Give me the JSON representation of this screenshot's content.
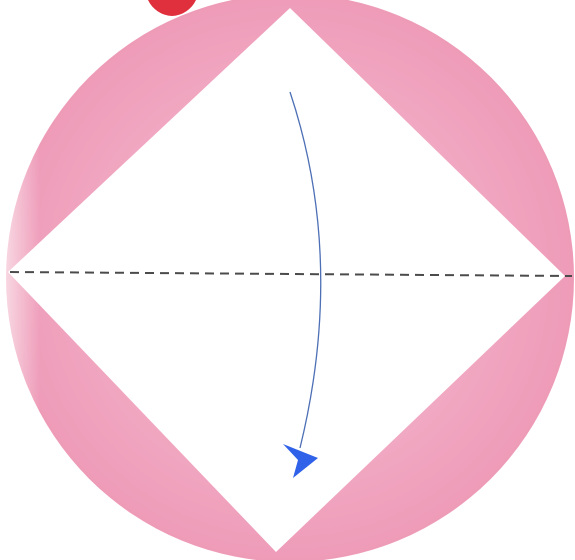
{
  "diagram": {
    "description_visible_text": [],
    "colors": {
      "background": "#ffffff",
      "paper_circle": "#f2a9c3",
      "paper_circle_edge": "#ec98b6",
      "inner_square": "#ffffff",
      "fold_line": "#4b4b4b",
      "arrow_stroke": "#4d6fb5",
      "arrow_head": "#2f62e8",
      "step_marker": "#e0303d"
    },
    "fold_line_style": "dashed",
    "fold_direction": "top-corner-down-to-bottom",
    "icons": {
      "step_marker": "red-circle-step-marker",
      "arrow": "fold-arrow-icon"
    }
  }
}
